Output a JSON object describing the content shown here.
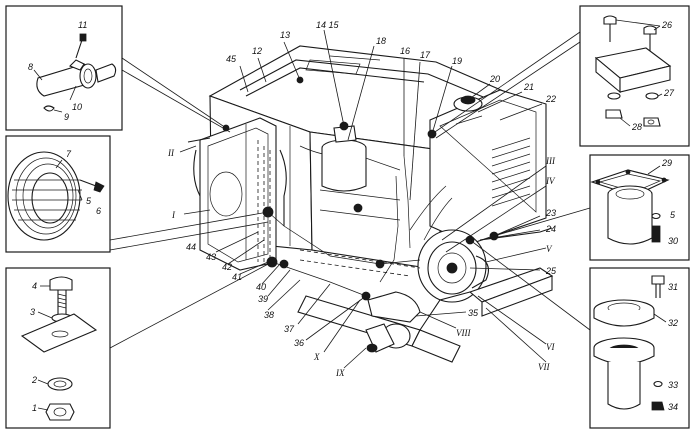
{
  "labels": {
    "n1": "1",
    "n2": "2",
    "n3": "3",
    "n4": "4",
    "n5": "5",
    "n6": "6",
    "n7": "7",
    "n8": "8",
    "n9": "9",
    "n10": "10",
    "n11": "11",
    "n12": "12",
    "n13": "13",
    "n14_15": "14 15",
    "n16": "16",
    "n17": "17",
    "n18": "18",
    "n19": "19",
    "n20": "20",
    "n21": "21",
    "n22": "22",
    "n23": "23",
    "n24": "24",
    "n25": "25",
    "n26": "26",
    "n27": "27",
    "n28": "28",
    "n29": "29",
    "n5b": "5",
    "n30": "30",
    "n31": "31",
    "n32": "32",
    "n33": "33",
    "n34": "34",
    "n35": "35",
    "n36": "36",
    "n37": "37",
    "n38": "38",
    "n39": "39",
    "n40": "40",
    "n41": "41",
    "n42": "42",
    "n43": "43",
    "n44": "44",
    "n45": "45"
  },
  "roman": {
    "r1": "I",
    "r2": "II",
    "r3": "III",
    "r4": "IV",
    "r5": "V",
    "r6": "VI",
    "r7": "VII",
    "r8": "VIII",
    "r9": "IX",
    "r10": "X"
  }
}
